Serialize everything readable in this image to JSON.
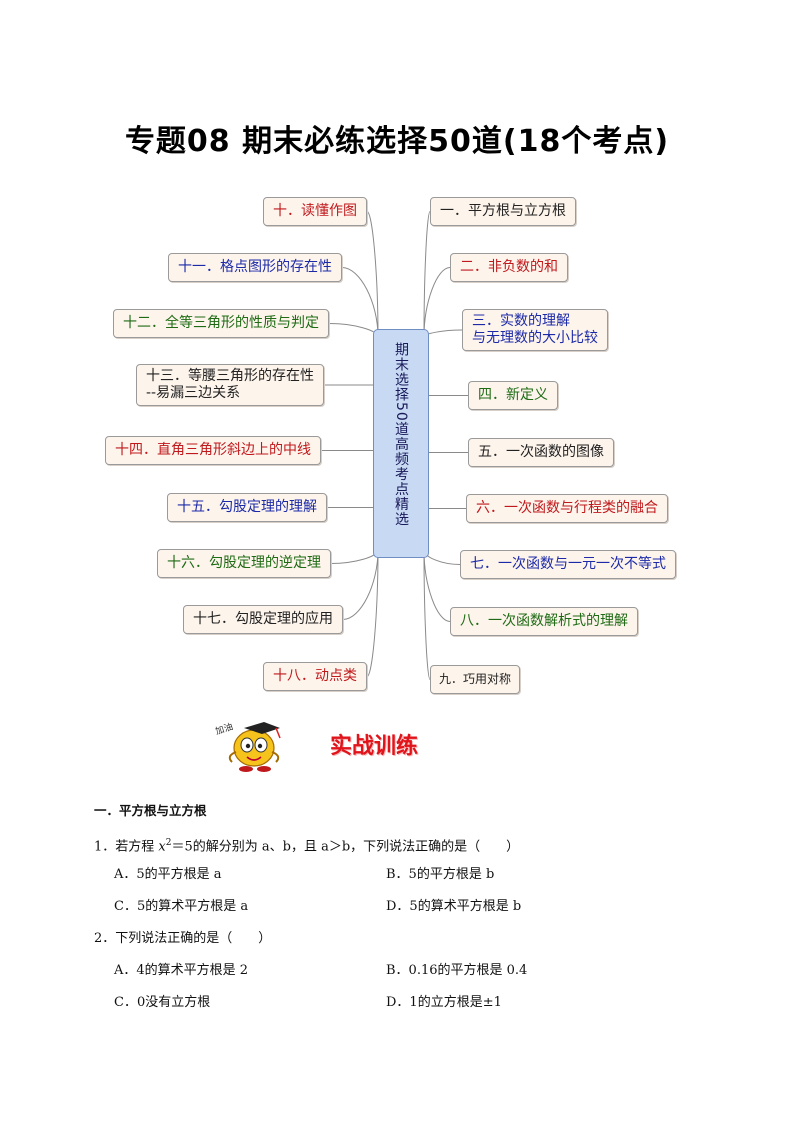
{
  "title": "专题08  期末必练选择50道(18个考点)",
  "mindmap": {
    "center": "期末选择50道高频考点精选",
    "left_nodes": [
      {
        "label": "十．读懂作图",
        "color": "#c0191c"
      },
      {
        "label": "十一．格点图形的存在性",
        "color": "#1c2aa8"
      },
      {
        "label": "十二．全等三角形的性质与判定",
        "color": "#1e6b14"
      },
      {
        "label": "十三．等腰三角形的存在性\n--易漏三边关系",
        "color": "#222222"
      },
      {
        "label": "十四．直角三角形斜边上的中线",
        "color": "#c0191c"
      },
      {
        "label": "十五．勾股定理的理解",
        "color": "#1c2aa8"
      },
      {
        "label": "十六．勾股定理的逆定理",
        "color": "#1e6b14"
      },
      {
        "label": "十七．勾股定理的应用",
        "color": "#222222"
      },
      {
        "label": "十八．动点类",
        "color": "#c0191c"
      }
    ],
    "right_nodes": [
      {
        "label": "一．平方根与立方根",
        "color": "#222222"
      },
      {
        "label": "二．非负数的和",
        "color": "#c0191c"
      },
      {
        "label": "三．实数的理解\n与无理数的大小比较",
        "color": "#1c2aa8"
      },
      {
        "label": "四．新定义",
        "color": "#1e6b14"
      },
      {
        "label": "五．一次函数的图像",
        "color": "#222222"
      },
      {
        "label": "六．一次函数与行程类的融合",
        "color": "#c0191c"
      },
      {
        "label": "七．一次函数与一元一次不等式",
        "color": "#1c2aa8"
      },
      {
        "label": "八．一次函数解析式的理解",
        "color": "#1e6b14"
      },
      {
        "label": "九．巧用对称",
        "color": "#222222"
      }
    ]
  },
  "banner": {
    "text": "实战训练",
    "badge": "加油",
    "icon": "cartoon-mascot-graduate-icon"
  },
  "section1": {
    "heading": "一．平方根与立方根",
    "q1": {
      "pre": "1．若方程 ",
      "var": "x",
      "exp": "2",
      "post": "＝5的解分别为 a、b，且 a＞b，下列说法正确的是（　　）",
      "options": [
        "A．5的平方根是 a",
        "B．5的平方根是 b",
        "C．5的算术平方根是 a",
        "D．5的算术平方根是 b"
      ]
    },
    "q2": {
      "text": "2．下列说法正确的是（　　）",
      "options": [
        "A．4的算术平方根是 2",
        "B．0.16的平方根是 0.4",
        "C．0没有立方根",
        "D．1的立方根是±1"
      ]
    }
  }
}
